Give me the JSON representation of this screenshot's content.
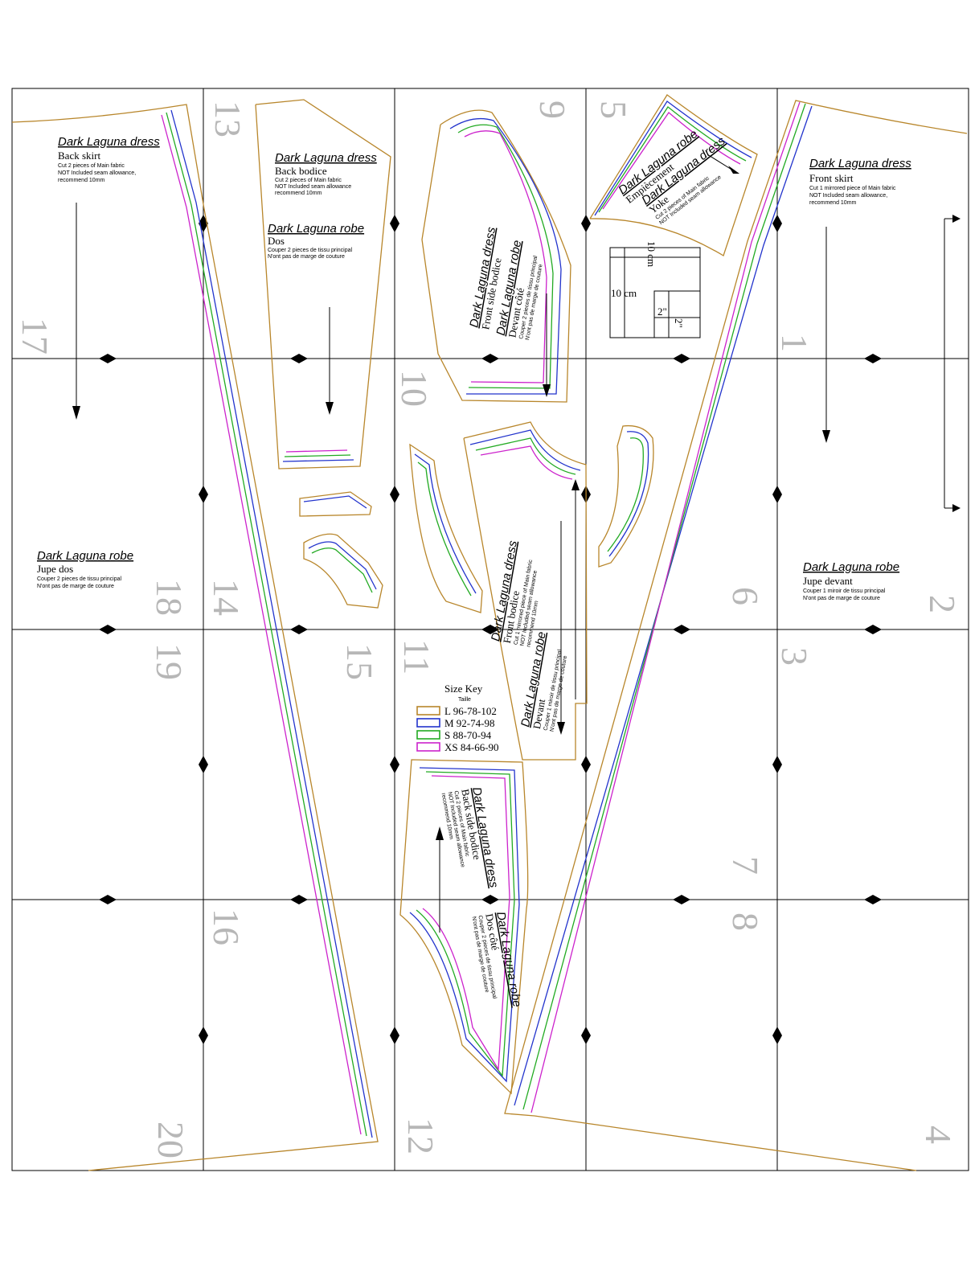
{
  "page_numbers": [
    "13",
    "9",
    "5",
    "17",
    "1",
    "10",
    "18",
    "14",
    "6",
    "2",
    "19",
    "15",
    "11",
    "3",
    "7",
    "16",
    "8",
    "20",
    "12",
    "4"
  ],
  "pieces": {
    "back_skirt": {
      "title": "Dark Laguna dress",
      "name": "Back skirt",
      "line1": "Cut 2 pieces of Main fabric",
      "line2": "NOT Included seam allowance,",
      "line3": "recommend 10mm"
    },
    "back_bodice": {
      "title": "Dark Laguna dress",
      "name": "Back bodice",
      "line1": "Cut 2 pieces of Main fabric",
      "line2": "NOT Included seam allowance",
      "line3": "recommend 10mm",
      "fr_title": "Dark Laguna robe",
      "fr_name": "Dos",
      "fr_line1": "Couper 2 pieces de tissu principal",
      "fr_line2": "N'ont pas de marge de couture"
    },
    "front_side_bodice": {
      "title": "Dark Laguna dress",
      "name": "Front side bodice",
      "fr_title": "Dark Laguna robe",
      "fr_name": "Devant côté",
      "fr_line1": "Couper 2 pieces de tissu principal",
      "fr_line2": "N'ont pas de marge de couture"
    },
    "yoke": {
      "title": "Dark Laguna robe",
      "name": "Empiècement",
      "en_title": "Dark Laguna dress",
      "en_name": "Yoke",
      "line1": "Cut 2 pieces of Main fabric",
      "line2": "NOT Included seam allowance"
    },
    "front_skirt": {
      "title": "Dark Laguna dress",
      "name": "Front skirt",
      "line1": "Cut 1 mirrored piece of Main fabric",
      "line2": "NOT Included seam allowance,",
      "line3": "recommend 10mm"
    },
    "jupe_dos": {
      "title": "Dark Laguna robe",
      "name": "Jupe dos",
      "line1": "Couper 2 pieces de tissu principal",
      "line2": "N'ont pas de marge de couture"
    },
    "front_bodice": {
      "title": "Dark Laguna dress",
      "name": "Front bodice",
      "line1": "Cut 1 mirrored piece of Main fabric",
      "line2": "NOT Included seam allowance",
      "line3": "recommend 10mm",
      "fr_title": "Dark Laguna robe",
      "fr_name": "Devant",
      "fr_line1": "Couper 1 miroir de tissu principal",
      "fr_line2": "N'ont pas de marge de couture"
    },
    "jupe_devant": {
      "title": "Dark Laguna robe",
      "name": "Jupe devant",
      "line1": "Couper 1 miroir de tissu principal",
      "line2": "N'ont pas de marge de couture"
    },
    "back_side_bodice": {
      "title": "Dark Laguna dress",
      "name": "Back side bodice",
      "line1": "Cut 2 pieces of Main fabric",
      "line2": "NOT Included seam allowance",
      "line3": "recommend 10mm",
      "fr_title": "Dark Laguna robe",
      "fr_name": "Dos côté",
      "fr_line1": "Couper 2 pieces de tissu principal",
      "fr_line2": "N'ont pas de marge de couture"
    }
  },
  "test_square": {
    "big_label_top": "10 cm",
    "big_label_left": "10 cm",
    "small_label_left": "2\"",
    "small_label_top": "2\""
  },
  "size_key": {
    "title": "Size Key",
    "subtitle": "Taille",
    "entries": [
      {
        "label": "L 96-78-102",
        "color": "#b8862b"
      },
      {
        "label": "M 92-74-98",
        "color": "#2233cc"
      },
      {
        "label": "S 88-70-94",
        "color": "#22aa22"
      },
      {
        "label": "XS 84-66-90",
        "color": "#cc22cc"
      }
    ]
  },
  "colors": {
    "L": "#b8862b",
    "M": "#2233cc",
    "S": "#22aa22",
    "XS": "#cc22cc",
    "page_number": "#b7b7b7"
  }
}
